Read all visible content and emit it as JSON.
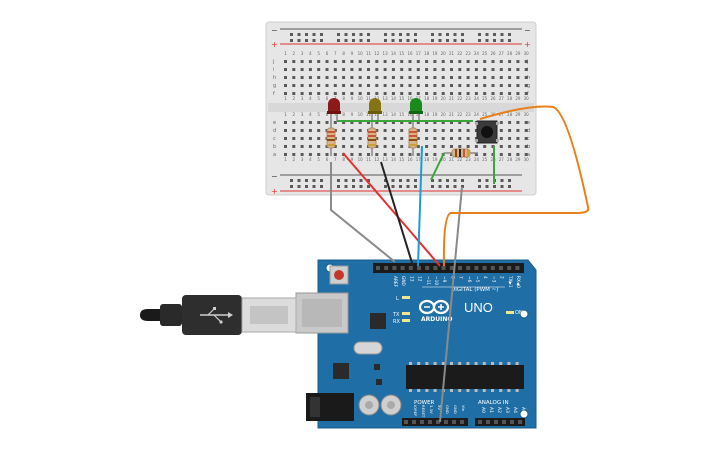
{
  "board": {
    "brand": "ARDUINO",
    "model": "UNO",
    "digital_label": "DIGITAL (PWM ~)",
    "power_label": "POWER",
    "analog_label": "ANALOG IN",
    "on_label": "ON",
    "l_label": "L",
    "tx_label": "TX",
    "rx_label": "RX",
    "top_header_labels": [
      "AREF",
      "GND",
      "13",
      "12",
      "~11",
      "~10",
      "~9",
      "8",
      "7",
      "~6",
      "~5",
      "4",
      "~3",
      "2",
      "TX▶1",
      "RX◀0"
    ],
    "power_pin_labels": [
      "IOREF",
      "RESET",
      "3.3V",
      "5V",
      "GND",
      "GND",
      "Vin"
    ],
    "analog_pin_labels": [
      "A0",
      "A1",
      "A2",
      "A3",
      "A4",
      "A5"
    ]
  },
  "breadboard": {
    "row_letters_top": [
      "j",
      "i",
      "h",
      "g",
      "f"
    ],
    "row_letters_bottom": [
      "e",
      "d",
      "c",
      "b",
      "a"
    ],
    "column_numbers": [
      "1",
      "2",
      "3",
      "4",
      "5",
      "6",
      "7",
      "8",
      "9",
      "10",
      "11",
      "12",
      "13",
      "14",
      "15",
      "16",
      "17",
      "18",
      "19",
      "20",
      "21",
      "22",
      "23",
      "24",
      "25",
      "26",
      "27",
      "28",
      "29",
      "30"
    ],
    "rail_plus": "+",
    "rail_minus": "−"
  },
  "components": {
    "leds": [
      {
        "name": "red-led",
        "color": "#8b1a1a"
      },
      {
        "name": "yellow-led",
        "color": "#857411"
      },
      {
        "name": "green-led",
        "color": "#1a8a1a"
      }
    ],
    "button": "push-button",
    "usb": "usb-cable"
  },
  "wire_colors": {
    "red": "#e53030",
    "black": "#222222",
    "blue": "#1f9ad6",
    "gray": "#8a8a8a",
    "green": "#3aa63a",
    "orange": "#e8801a"
  },
  "colors": {
    "arduino_blue": "#1f6fa6",
    "breadboard": "#e9e9e9"
  }
}
